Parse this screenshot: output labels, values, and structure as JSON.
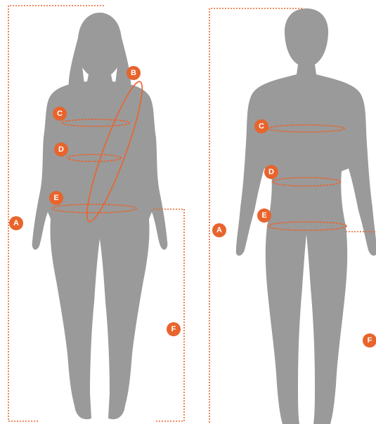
{
  "colors": {
    "silhouette": "#9a9a9a",
    "accent": "#e8642c",
    "badge_text": "#ffffff",
    "background": "#ffffff"
  },
  "figures": [
    {
      "name": "female",
      "labels": {
        "a": "A",
        "b": "B",
        "c": "C",
        "d": "D",
        "e": "E",
        "f": "F"
      }
    },
    {
      "name": "male",
      "labels": {
        "a": "A",
        "c": "C",
        "d": "D",
        "e": "E",
        "f": "F"
      }
    }
  ]
}
